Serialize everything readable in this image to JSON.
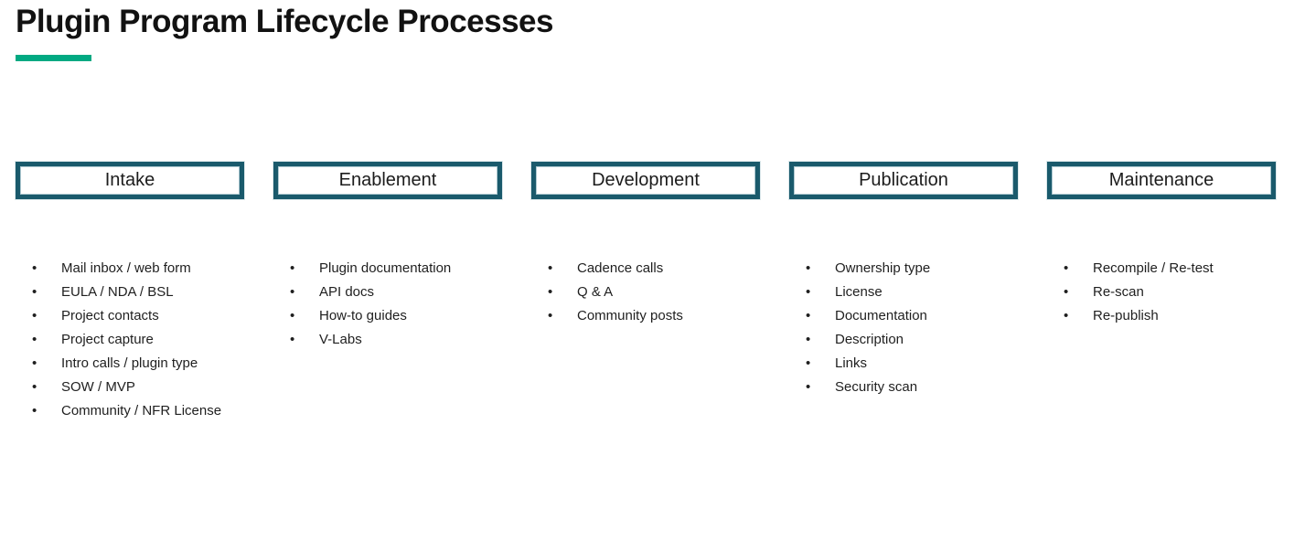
{
  "page": {
    "title": "Plugin Program Lifecycle Processes",
    "bullet_glyph": "•"
  },
  "colors": {
    "accent_green": "#01A982",
    "box_border_teal": "#1A5A6C",
    "box_inner_line": "#AEC9D1",
    "title_text": "#121212",
    "body_text": "#1F1F1F"
  },
  "columns": [
    {
      "header": "Intake",
      "items": [
        "Mail inbox / web form",
        "EULA / NDA / BSL",
        "Project contacts",
        "Project capture",
        "Intro calls / plugin type",
        "SOW / MVP",
        "Community / NFR License"
      ]
    },
    {
      "header": "Enablement",
      "items": [
        "Plugin documentation",
        "API docs",
        "How-to guides",
        "V-Labs"
      ]
    },
    {
      "header": "Development",
      "items": [
        "Cadence calls",
        "Q & A",
        "Community posts"
      ]
    },
    {
      "header": "Publication",
      "items": [
        "Ownership type",
        "License",
        "Documentation",
        "Description",
        "Links",
        "Security scan"
      ]
    },
    {
      "header": "Maintenance",
      "items": [
        "Recompile / Re-test",
        "Re-scan",
        "Re-publish"
      ]
    }
  ]
}
